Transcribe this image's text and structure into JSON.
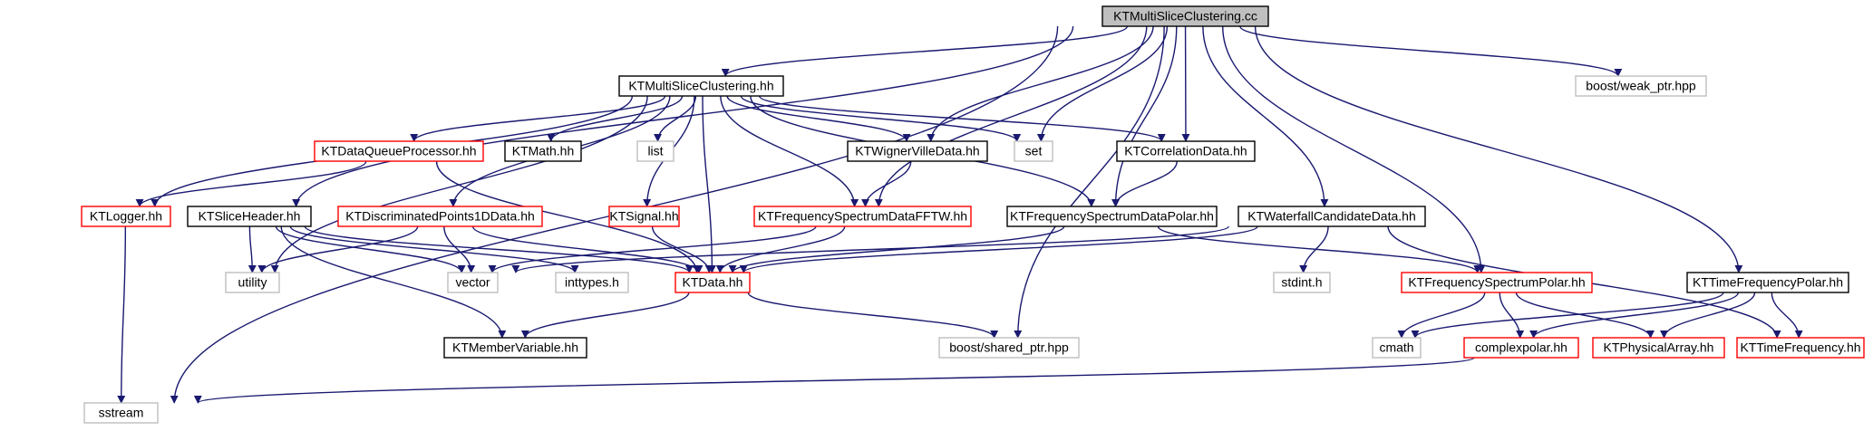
{
  "colors": {
    "edge": "#191970",
    "black": "#000000",
    "red": "#ff0000",
    "gray": "#bfbfbf",
    "root_fill": "#bfbfbf",
    "text": "#000000"
  },
  "nodes": {
    "root": {
      "label": "KTMultiSliceClustering.cc",
      "style": "root"
    },
    "msc_hh": {
      "label": "KTMultiSliceClustering.hh",
      "style": "black"
    },
    "weak_ptr": {
      "label": "boost/weak_ptr.hpp",
      "style": "gray"
    },
    "dqp": {
      "label": "KTDataQueueProcessor.hh",
      "style": "red"
    },
    "math": {
      "label": "KTMath.hh",
      "style": "black"
    },
    "list": {
      "label": "list",
      "style": "gray"
    },
    "wigner": {
      "label": "KTWignerVilleData.hh",
      "style": "black"
    },
    "set": {
      "label": "set",
      "style": "gray"
    },
    "corr": {
      "label": "KTCorrelationData.hh",
      "style": "black"
    },
    "logger": {
      "label": "KTLogger.hh",
      "style": "red"
    },
    "slicehdr": {
      "label": "KTSliceHeader.hh",
      "style": "black"
    },
    "dp1d": {
      "label": "KTDiscriminatedPoints1DData.hh",
      "style": "red"
    },
    "signal": {
      "label": "KTSignal.hh",
      "style": "red"
    },
    "fsfftw": {
      "label": "KTFrequencySpectrumDataFFTW.hh",
      "style": "red"
    },
    "fsdp": {
      "label": "KTFrequencySpectrumDataPolar.hh",
      "style": "black"
    },
    "waterfall": {
      "label": "KTWaterfallCandidateData.hh",
      "style": "black"
    },
    "utility": {
      "label": "utility",
      "style": "gray"
    },
    "vector": {
      "label": "vector",
      "style": "gray"
    },
    "inttypes": {
      "label": "inttypes.h",
      "style": "gray"
    },
    "ktdata": {
      "label": "KTData.hh",
      "style": "red"
    },
    "stdint": {
      "label": "stdint.h",
      "style": "gray"
    },
    "fsp": {
      "label": "KTFrequencySpectrumPolar.hh",
      "style": "red"
    },
    "tfp": {
      "label": "KTTimeFrequencyPolar.hh",
      "style": "black"
    },
    "member": {
      "label": "KTMemberVariable.hh",
      "style": "black"
    },
    "shared_ptr": {
      "label": "boost/shared_ptr.hpp",
      "style": "gray"
    },
    "cmath": {
      "label": "cmath",
      "style": "gray"
    },
    "complexpolar": {
      "label": "complexpolar.hh",
      "style": "red"
    },
    "physarray": {
      "label": "KTPhysicalArray.hh",
      "style": "red"
    },
    "tf": {
      "label": "KTTimeFrequency.hh",
      "style": "red"
    },
    "sstream": {
      "label": "sstream",
      "style": "gray"
    }
  },
  "edges": [
    [
      "root",
      "msc_hh"
    ],
    [
      "root",
      "weak_ptr"
    ],
    [
      "root",
      "sstream"
    ],
    [
      "root",
      "slicehdr"
    ],
    [
      "root",
      "wigner"
    ],
    [
      "root",
      "set"
    ],
    [
      "root",
      "corr"
    ],
    [
      "root",
      "fsfftw"
    ],
    [
      "root",
      "fsdp"
    ],
    [
      "root",
      "waterfall"
    ],
    [
      "root",
      "fsp"
    ],
    [
      "root",
      "tfp"
    ],
    [
      "root",
      "shared_ptr"
    ],
    [
      "msc_hh",
      "dqp"
    ],
    [
      "msc_hh",
      "math"
    ],
    [
      "msc_hh",
      "list"
    ],
    [
      "msc_hh",
      "wigner"
    ],
    [
      "msc_hh",
      "set"
    ],
    [
      "msc_hh",
      "corr"
    ],
    [
      "msc_hh",
      "logger"
    ],
    [
      "msc_hh",
      "dp1d"
    ],
    [
      "msc_hh",
      "signal"
    ],
    [
      "msc_hh",
      "fsfftw"
    ],
    [
      "msc_hh",
      "fsdp"
    ],
    [
      "msc_hh",
      "utility"
    ],
    [
      "msc_hh",
      "ktdata"
    ],
    [
      "dqp",
      "logger"
    ],
    [
      "dqp",
      "ktdata"
    ],
    [
      "wigner",
      "fsfftw"
    ],
    [
      "corr",
      "fsdp"
    ],
    [
      "logger",
      "sstream"
    ],
    [
      "slicehdr",
      "utility"
    ],
    [
      "slicehdr",
      "vector"
    ],
    [
      "slicehdr",
      "inttypes"
    ],
    [
      "slicehdr",
      "ktdata"
    ],
    [
      "slicehdr",
      "member"
    ],
    [
      "dp1d",
      "utility"
    ],
    [
      "dp1d",
      "vector"
    ],
    [
      "dp1d",
      "ktdata"
    ],
    [
      "signal",
      "ktdata"
    ],
    [
      "fsfftw",
      "ktdata"
    ],
    [
      "fsfftw",
      "vector"
    ],
    [
      "fsdp",
      "ktdata"
    ],
    [
      "fsdp",
      "fsp"
    ],
    [
      "waterfall",
      "vector"
    ],
    [
      "waterfall",
      "ktdata"
    ],
    [
      "waterfall",
      "stdint"
    ],
    [
      "waterfall",
      "tf"
    ],
    [
      "ktdata",
      "member"
    ],
    [
      "ktdata",
      "shared_ptr"
    ],
    [
      "fsp",
      "cmath"
    ],
    [
      "fsp",
      "complexpolar"
    ],
    [
      "fsp",
      "physarray"
    ],
    [
      "tfp",
      "cmath"
    ],
    [
      "tfp",
      "complexpolar"
    ],
    [
      "tfp",
      "physarray"
    ],
    [
      "tfp",
      "tf"
    ],
    [
      "physarray",
      "sstream"
    ]
  ]
}
